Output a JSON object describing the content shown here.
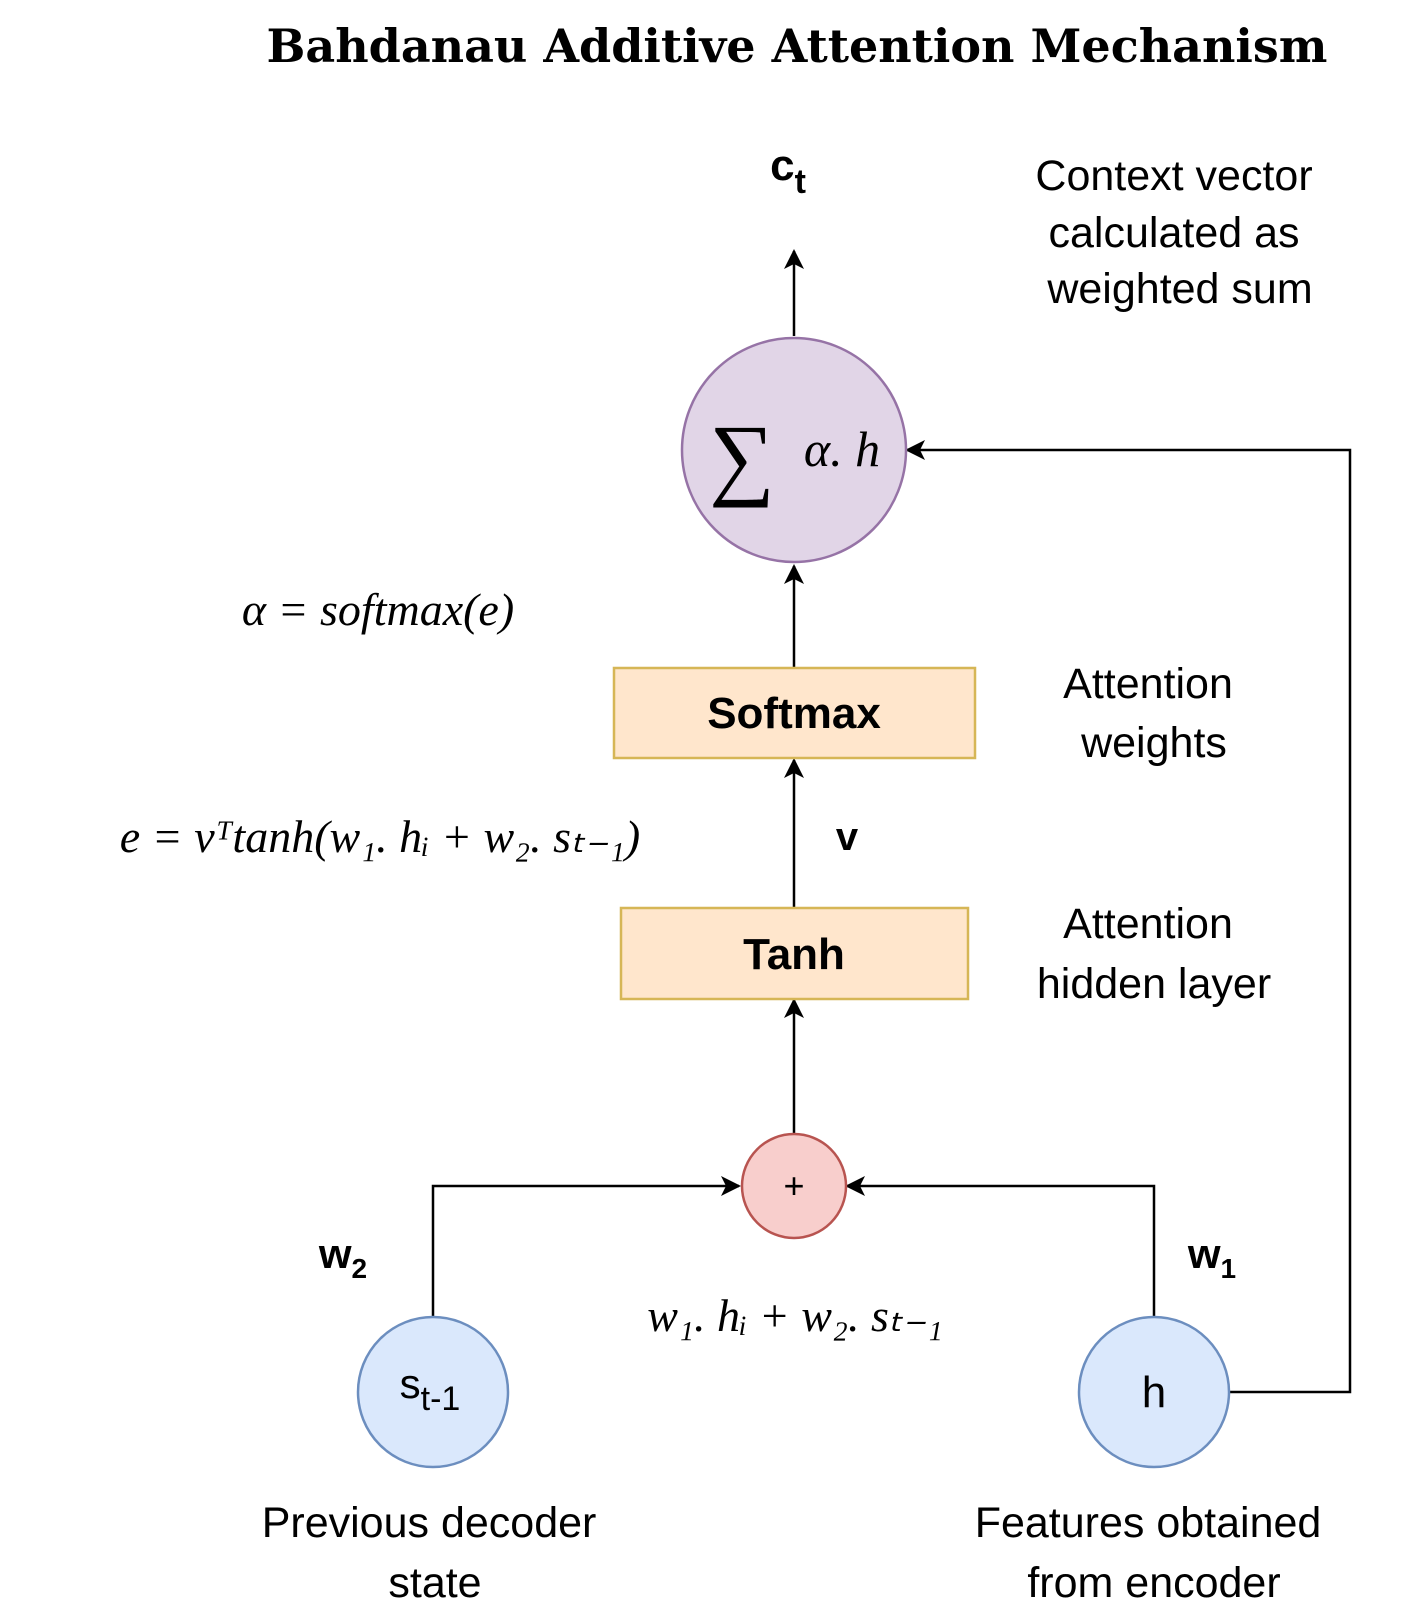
{
  "title": "Bahdanau Additive Attention Mechanism",
  "output": {
    "symbol": "c",
    "subscript": "t"
  },
  "annotations": {
    "context": [
      "Context vector",
      "calculated as",
      "weighted sum"
    ],
    "attention_weights": [
      "Attention",
      "weights"
    ],
    "hidden_layer": [
      "Attention",
      "hidden layer"
    ],
    "prev_state": [
      "Previous decoder",
      "state"
    ],
    "encoder_features": [
      "Features obtained",
      "from encoder"
    ]
  },
  "nodes": {
    "sum": {
      "sigma": "∑",
      "expr": "α. h"
    },
    "softmax": {
      "label": "Softmax"
    },
    "tanh": {
      "label": "Tanh"
    },
    "plus": {
      "label": "+"
    },
    "s_prev": {
      "symbol": "s",
      "subscript": "t-1"
    },
    "h": {
      "label": "h"
    }
  },
  "edge_labels": {
    "v": "v",
    "w1": {
      "symbol": "w",
      "subscript": "1"
    },
    "w2": {
      "symbol": "w",
      "subscript": "2"
    }
  },
  "equations": {
    "alpha": "α = softmax(e)",
    "energy": "e = vᵀtanh(w₁. hᵢ + w₂. sₜ₋₁)",
    "sum_input": "w₁. hᵢ + w₂. sₜ₋₁"
  },
  "colors": {
    "sum_fill": "#e1d5e7",
    "sum_stroke": "#9673a6",
    "box_fill": "#ffe6cc",
    "box_stroke": "#d6b656",
    "plus_fill": "#f8cecc",
    "plus_stroke": "#b85450",
    "input_fill": "#dae8fc",
    "input_stroke": "#6c8ebf"
  }
}
